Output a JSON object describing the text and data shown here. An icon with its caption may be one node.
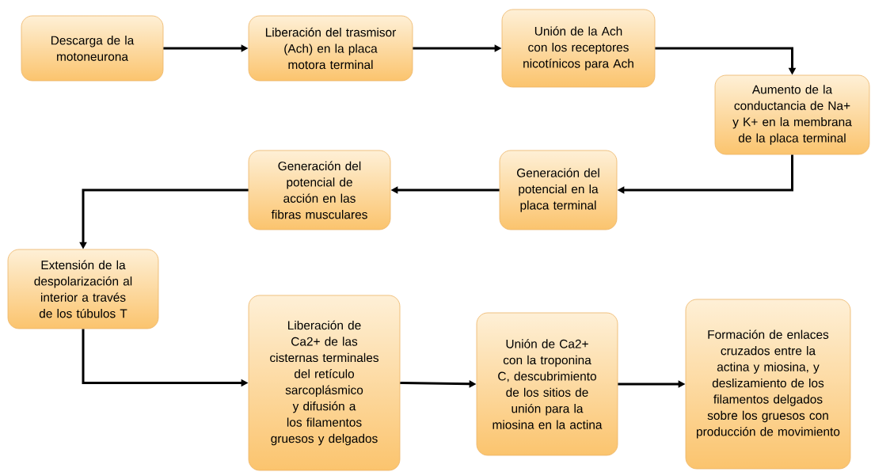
{
  "diagram": {
    "nodes": [
      {
        "text": [
          "Descarga de la motoneurona"
        ]
      },
      {
        "text": [
          "Liberación del trasmisor (Ach) en la placa motora terminal"
        ]
      },
      {
        "text": [
          "Unión de la Ach con los receptores nicotínicos para Ach"
        ]
      },
      {
        "text": [
          "Aumento de la conductancia de Na+ y K+ en la membrana de la placa terminal"
        ]
      },
      {
        "text": [
          "Generación del potencial en la placa terminal"
        ]
      },
      {
        "text": [
          "Generación del potencial de acción en las fibras musculares"
        ]
      },
      {
        "text": [
          "Extensión de la despolarización al interior a través de los túbulos T"
        ]
      },
      {
        "text": [
          "Liberación de Ca2+ de las cisternas terminales del retículo sarcoplásmico y difusión a los filamentos gruesos y delgados"
        ]
      },
      {
        "text": [
          "Unión de Ca2+ con la troponina C, descubrimiento de los sitios de unión para la miosina en la actina"
        ]
      },
      {
        "text": [
          "Formación de enlaces cruzados entre la actina y miosina, y deslizamiento de los filamentos delgados sobre los gruesos con producción de movimiento"
        ]
      }
    ],
    "edges": [
      {
        "from": 0,
        "to": 1,
        "arrow": "to"
      },
      {
        "from": 1,
        "to": 2,
        "arrow": "to"
      },
      {
        "from": 2,
        "to": 3,
        "arrow": "to"
      },
      {
        "from": 3,
        "to": 4,
        "arrow": "to"
      },
      {
        "from": 4,
        "to": 5,
        "arrow": "to"
      },
      {
        "from": 5,
        "to": 6,
        "arrow": "to"
      },
      {
        "from": 6,
        "to": 7,
        "arrow": "to"
      },
      {
        "from": 7,
        "to": 8,
        "arrow": "to"
      },
      {
        "from": 8,
        "to": 9,
        "arrow": "to"
      }
    ]
  }
}
